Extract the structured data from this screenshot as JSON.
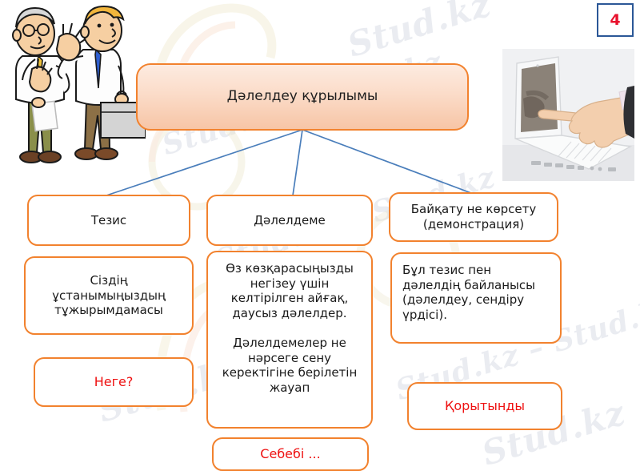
{
  "slide": {
    "number": "4",
    "title": "Дәлелдеу құрылымы"
  },
  "columns": [
    {
      "id": "thesis",
      "header": "Тезис",
      "body": "Сіздің\nұстанымыңыздың\nтұжырымдамасы",
      "accent": "Неге?"
    },
    {
      "id": "argument",
      "header": "Дәлелдеме",
      "body": "Өз көзқарасыңызды\nнегізеу үшін\nкелтірілген айғақ,\nдаусыз дәлелдер.\n\nДәлелдемелер не\nнәрсеге сену\nкеректігіне берілетін\nжауап",
      "accent": "Себебі ..."
    },
    {
      "id": "demonstration",
      "header": "Байқату не көрсету\n(демонстрация)",
      "body": "Бұл  тезис пен\nдәлелдің байланысы\n(дәлелдеу, сендіру\nүрдісі).",
      "accent": "Қорытынды"
    }
  ],
  "watermarks": [
    "Stud.kz",
    "Stud.kz – Stud.kz",
    "Stud.kz – Stud.kz",
    "Stud.kz",
    "Stud.kz – Stud.kz",
    "Stud.kz"
  ],
  "colors": {
    "box_border": "#F2822E",
    "accent_text": "#EE1111",
    "title_fill_top": "#FDEBE0",
    "title_fill_bottom": "#F7C5A6",
    "connector_line": "#4A7EBB",
    "slide_number_border": "#2B5797",
    "slide_number_text": "#E8112D",
    "watermark": "#C9CFDB"
  },
  "images": {
    "cartoon": "two-businessmen-talking-illustration",
    "photo": "hand-pointing-at-laptop-photo"
  }
}
